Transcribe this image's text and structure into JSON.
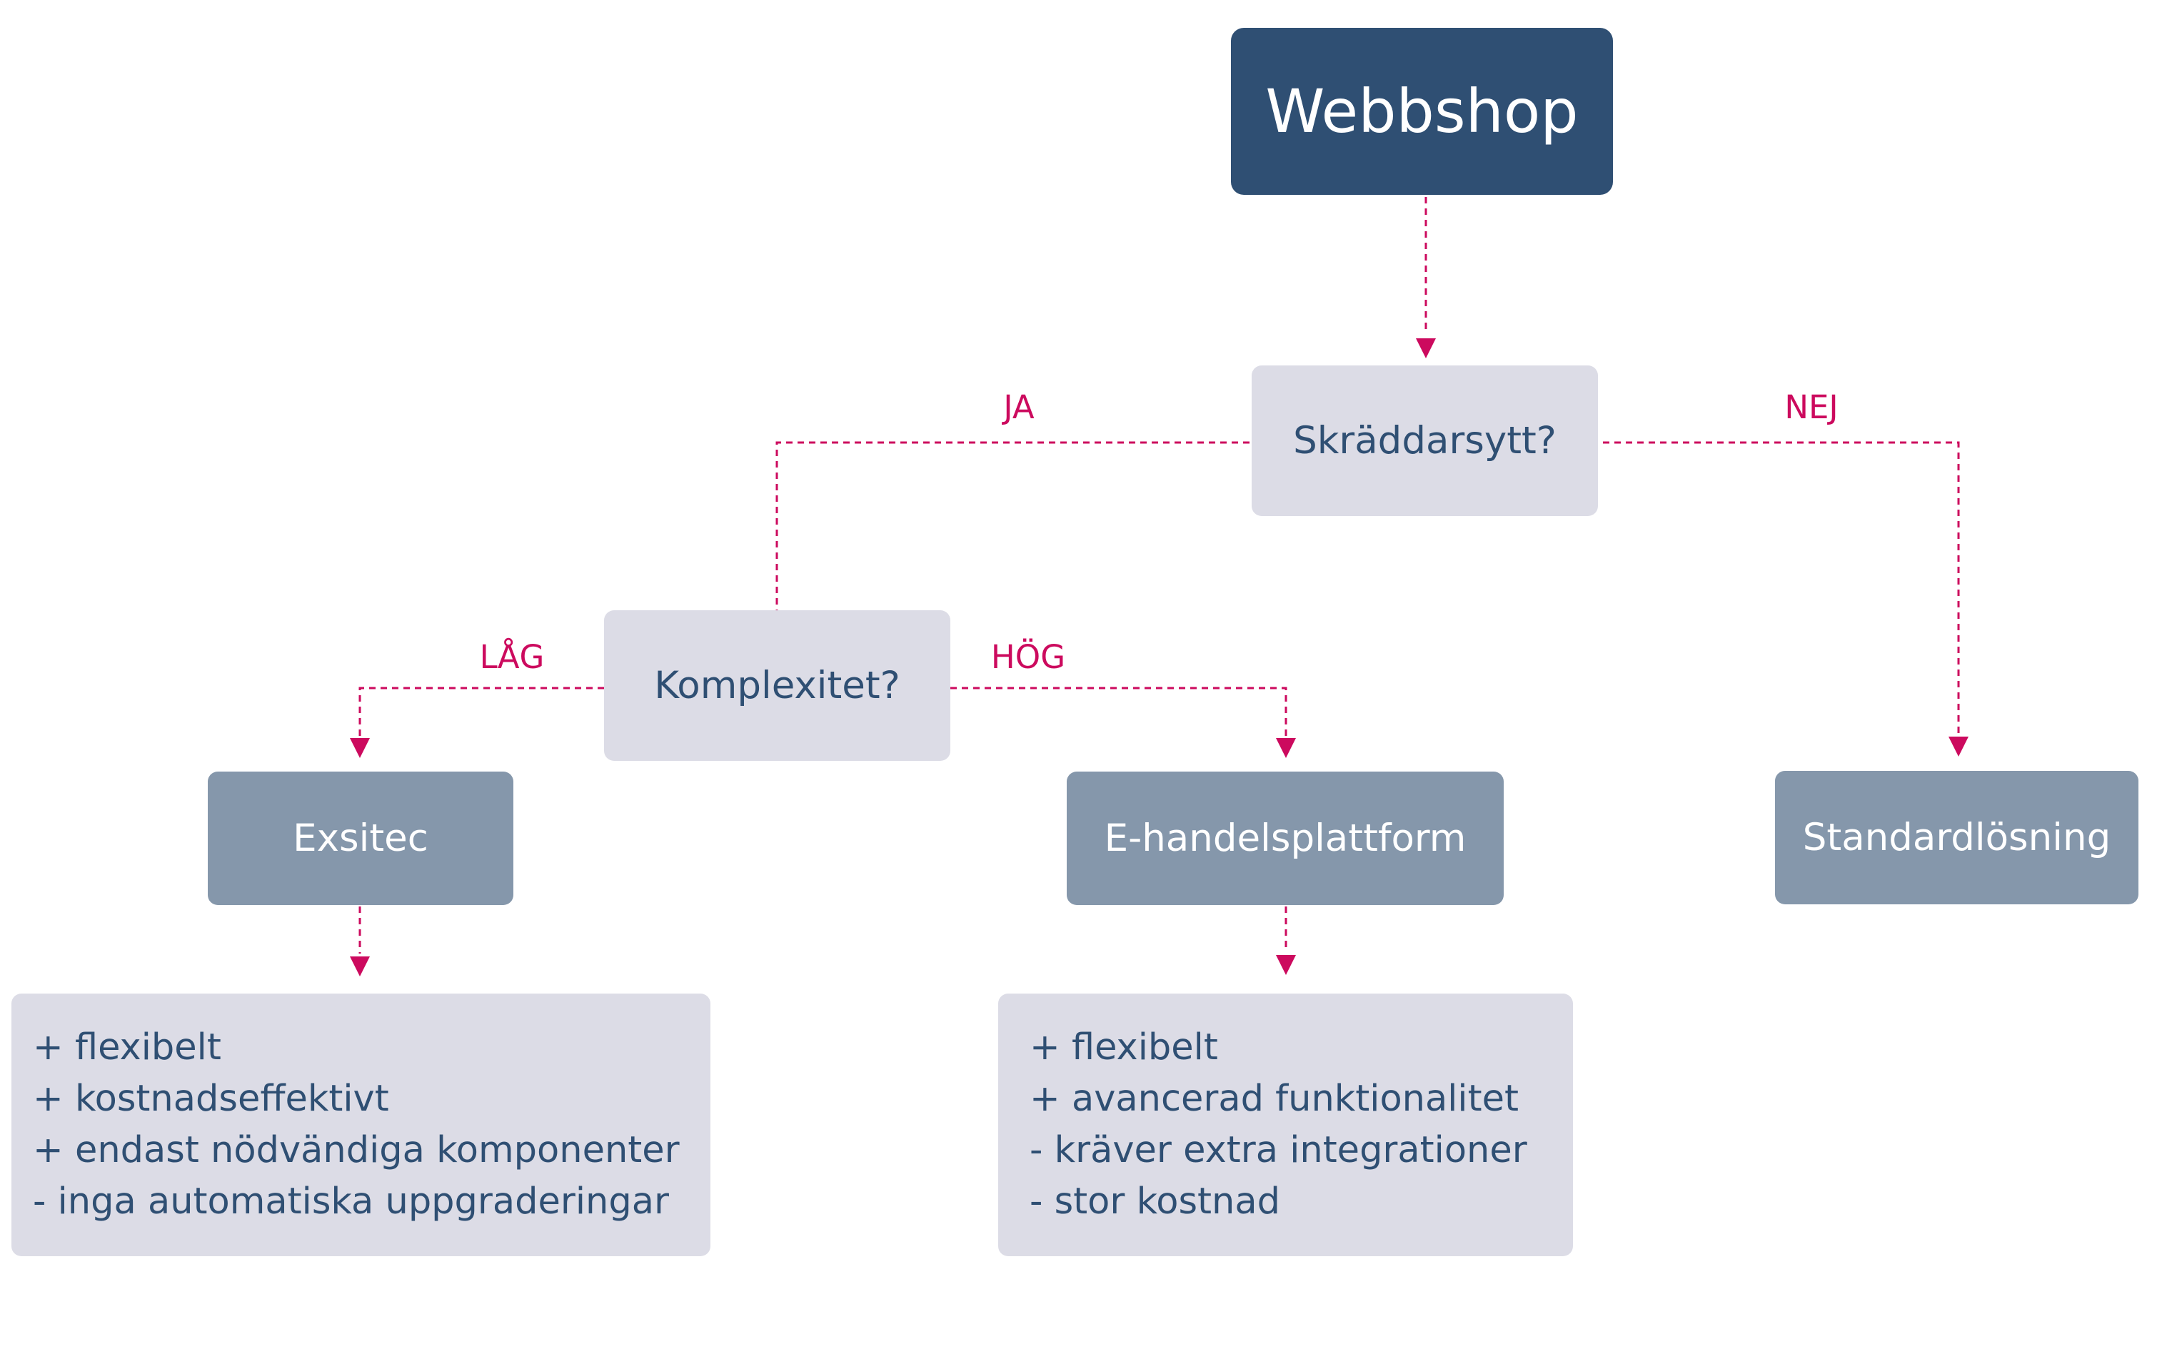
{
  "diagram": {
    "colors": {
      "root_fill": "#2f4f73",
      "question_fill": "#dcdce6",
      "outcome_fill": "#8597ab",
      "text_dark": "#2f4f73",
      "text_light": "#ffffff",
      "connector": "#cc0a5e"
    },
    "nodes": {
      "webbshop": {
        "label": "Webbshop"
      },
      "skraddarsytt": {
        "label": "Skräddarsytt?"
      },
      "komplexitet": {
        "label": "Komplexitet?"
      },
      "exsitec": {
        "label": "Exsitec"
      },
      "ehandel": {
        "label": "E-handelsplattform"
      },
      "standard": {
        "label": "Standardlösning"
      },
      "exsitec_notes": {
        "lines": [
          "+ flexibelt",
          "+ kostnadseffektivt",
          "+ endast nödvändiga komponenter",
          "- inga automatiska uppgraderingar"
        ]
      },
      "ehandel_notes": {
        "lines": [
          "+ flexibelt",
          "+ avancerad funktionalitet",
          "- kräver extra integrationer",
          "- stor kostnad"
        ]
      }
    },
    "edge_labels": {
      "ja": "JA",
      "nej": "NEJ",
      "lag": "LÅG",
      "hog": "HÖG"
    }
  }
}
